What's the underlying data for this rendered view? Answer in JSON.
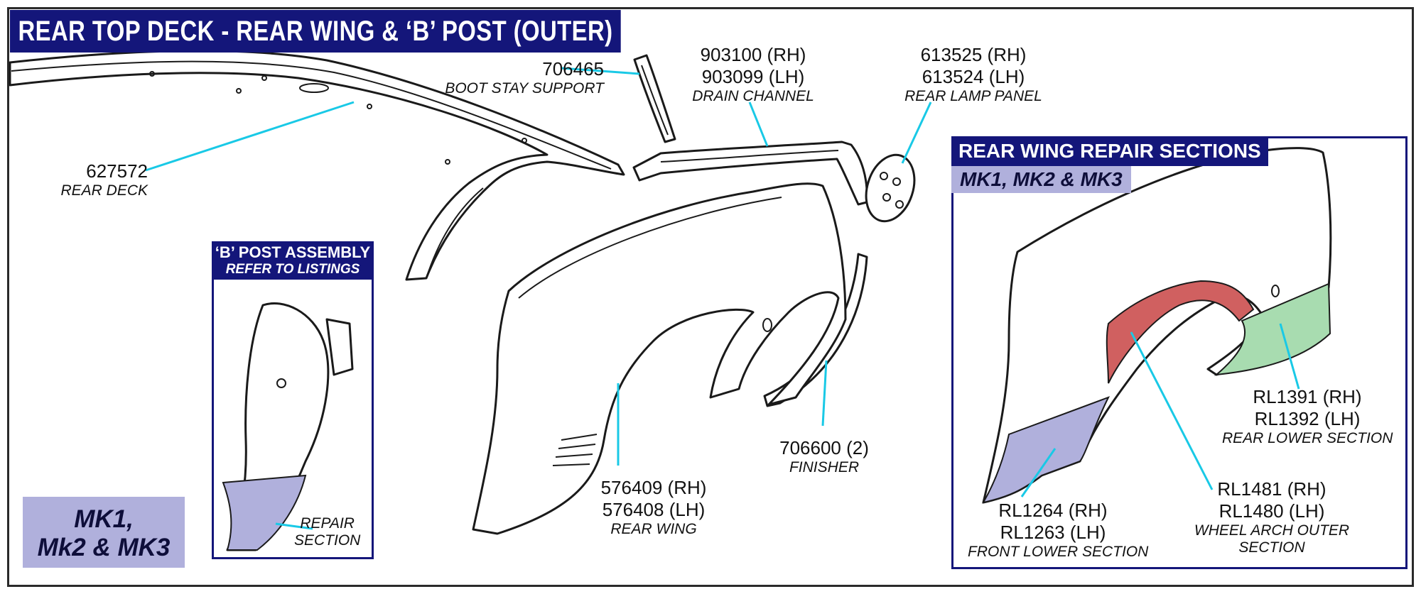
{
  "title": "REAR TOP DECK - REAR WING & ‘B’ POST (OUTER)",
  "parts": {
    "rear_deck": {
      "number": "627572",
      "caption": "REAR DECK"
    },
    "boot_stay": {
      "number": "706465",
      "caption": "BOOT STAY SUPPORT"
    },
    "drain_channel": {
      "number_rh": "903100 (RH)",
      "number_lh": "903099 (LH)",
      "caption": "DRAIN CHANNEL"
    },
    "lamp_panel": {
      "number_rh": "613525 (RH)",
      "number_lh": "613524 (LH)",
      "caption": "REAR LAMP PANEL"
    },
    "finisher": {
      "number": "706600 (2)",
      "caption": "FINISHER"
    },
    "rear_wing": {
      "number_rh": "576409 (RH)",
      "number_lh": "576408 (LH)",
      "caption": "REAR WING"
    }
  },
  "b_post": {
    "title": "‘B’ POST ASSEMBLY",
    "subtitle": "REFER TO LISTINGS",
    "repair_caption_1": "REPAIR",
    "repair_caption_2": "SECTION"
  },
  "badge": {
    "line1": "MK1,",
    "line2": "Mk2 & MK3"
  },
  "repair_sections": {
    "title": "REAR WING REPAIR SECTIONS",
    "subtitle": "MK1, MK2 & MK3",
    "rear_lower": {
      "number_rh": "RL1391 (RH)",
      "number_lh": "RL1392 (LH)",
      "caption": "REAR LOWER SECTION"
    },
    "wheel_arch": {
      "number_rh": "RL1481 (RH)",
      "number_lh": "RL1480 (LH)",
      "caption_1": "WHEEL ARCH OUTER",
      "caption_2": "SECTION"
    },
    "front_lower": {
      "number_rh": "RL1264 (RH)",
      "number_lh": "RL1263 (LH)",
      "caption": "FRONT LOWER SECTION"
    }
  },
  "colors": {
    "header_bg": "#14167a",
    "highlight_blue": "#b0b0dc",
    "wheel_arch_red": "#d06060",
    "rear_lower_green": "#a8dcb0",
    "leader_line": "#19c9e6"
  }
}
